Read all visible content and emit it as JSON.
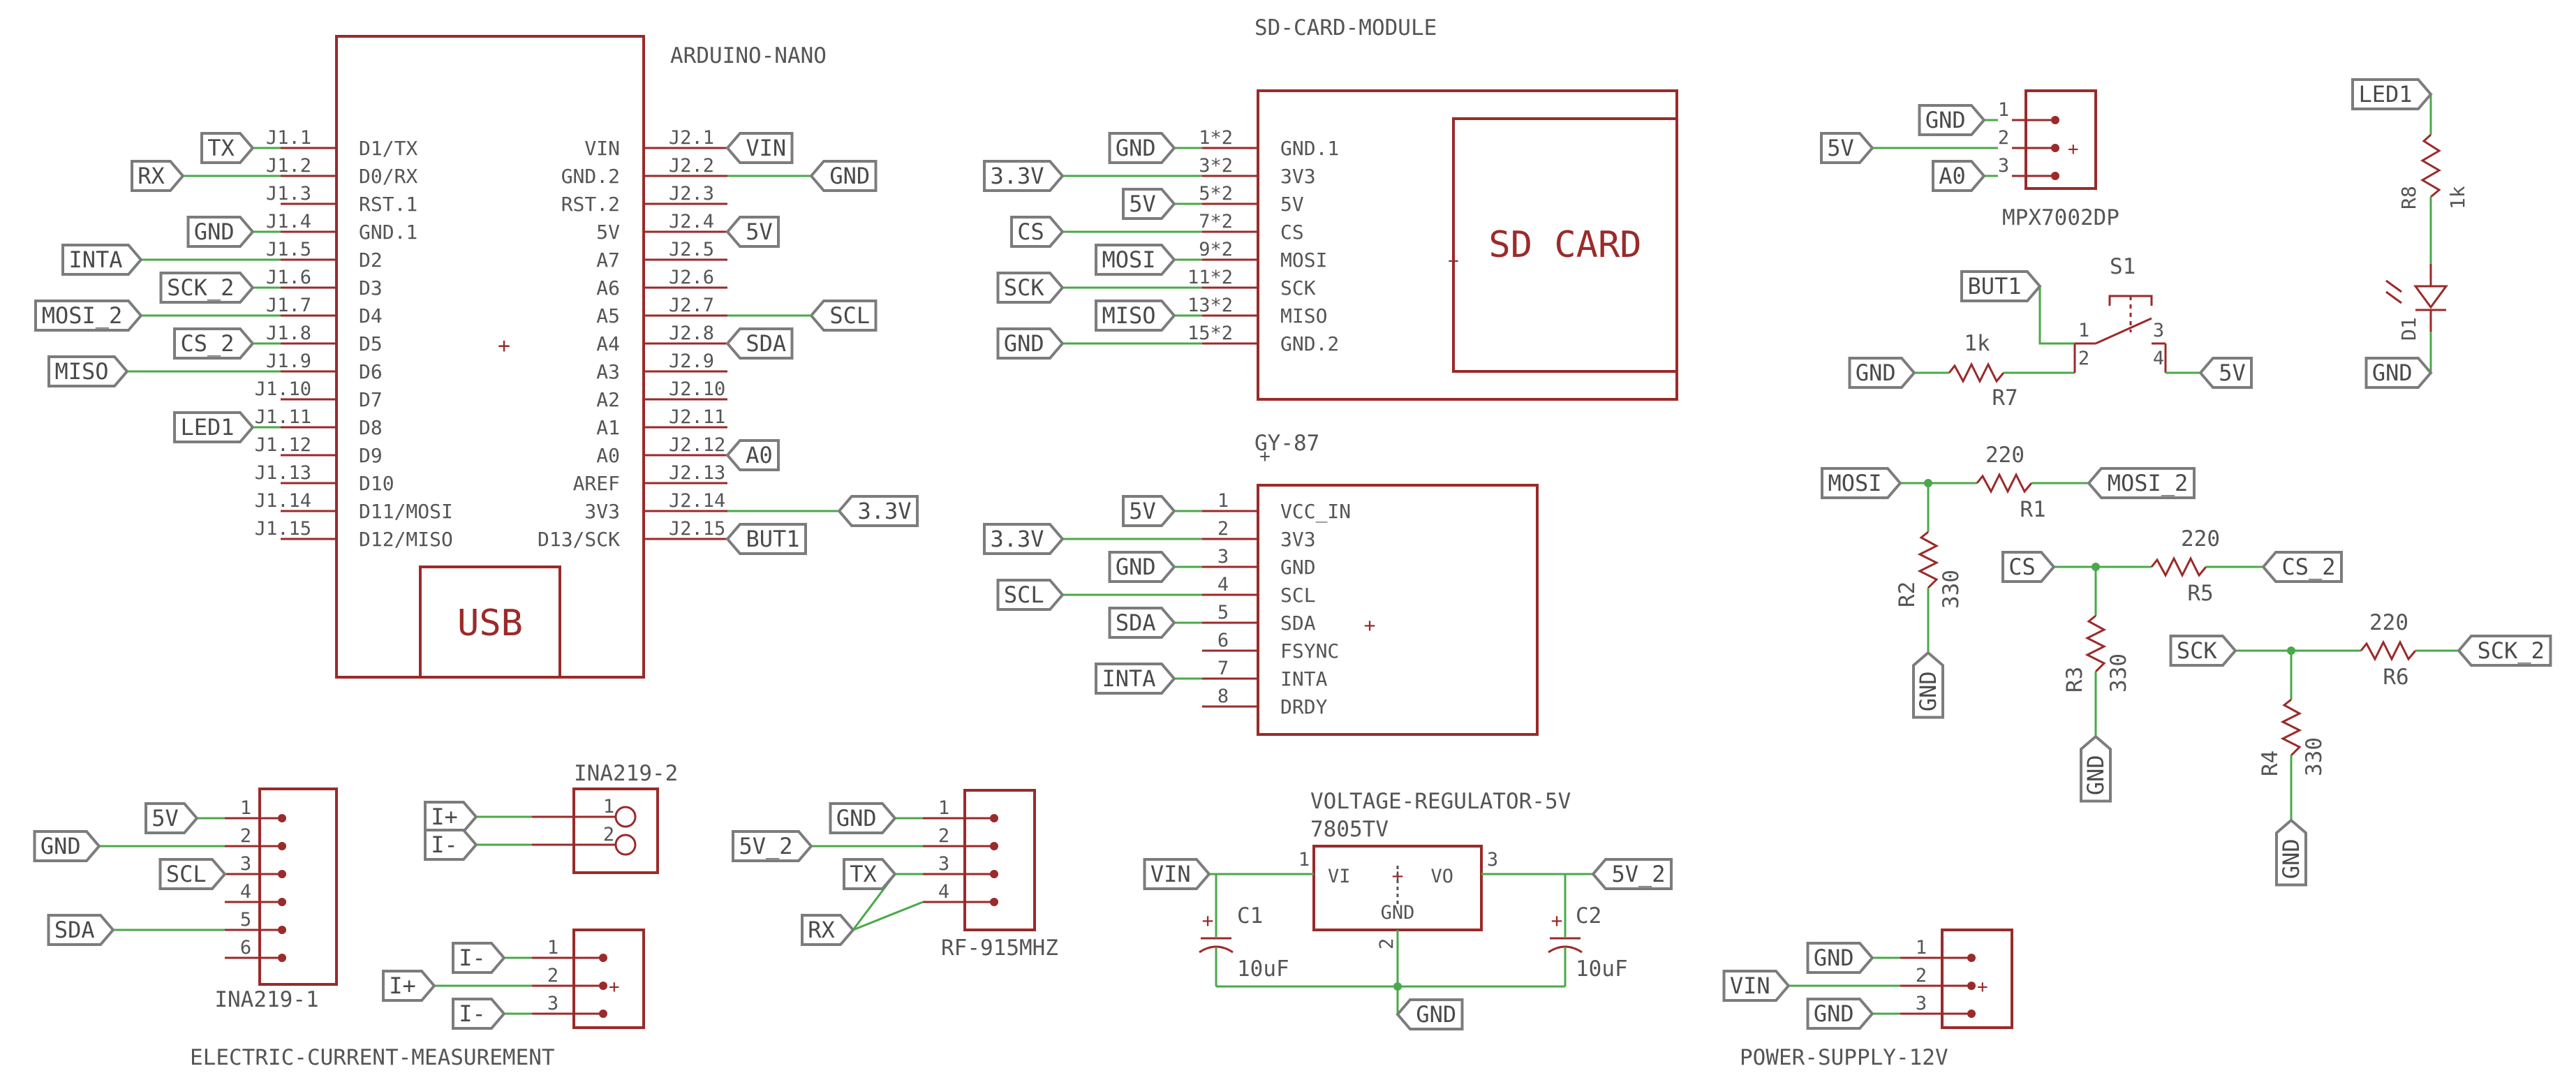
{
  "arduino": {
    "title": "ARDUINO-NANO",
    "usb": "USB",
    "left": [
      {
        "num": "J1.1",
        "name": "D1/TX",
        "net": "TX"
      },
      {
        "num": "J1.2",
        "name": "D0/RX",
        "net": "RX"
      },
      {
        "num": "J1.3",
        "name": "RST.1",
        "net": ""
      },
      {
        "num": "J1.4",
        "name": "GND.1",
        "net": "GND"
      },
      {
        "num": "J1.5",
        "name": "D2",
        "net": "INTA"
      },
      {
        "num": "J1.6",
        "name": "D3",
        "net": "SCK_2"
      },
      {
        "num": "J1.7",
        "name": "D4",
        "net": "MOSI_2"
      },
      {
        "num": "J1.8",
        "name": "D5",
        "net": "CS_2"
      },
      {
        "num": "J1.9",
        "name": "D6",
        "net": "MISO"
      },
      {
        "num": "J1.10",
        "name": "D7",
        "net": ""
      },
      {
        "num": "J1.11",
        "name": "D8",
        "net": "LED1"
      },
      {
        "num": "J1.12",
        "name": "D9",
        "net": ""
      },
      {
        "num": "J1.13",
        "name": "D10",
        "net": ""
      },
      {
        "num": "J1.14",
        "name": "D11/MOSI",
        "net": ""
      },
      {
        "num": "J1.15",
        "name": "D12/MISO",
        "net": ""
      }
    ],
    "right": [
      {
        "num": "J2.1",
        "name": "VIN",
        "net": "VIN"
      },
      {
        "num": "J2.2",
        "name": "GND.2",
        "net": "GND"
      },
      {
        "num": "J2.3",
        "name": "RST.2",
        "net": ""
      },
      {
        "num": "J2.4",
        "name": "5V",
        "net": "5V"
      },
      {
        "num": "J2.5",
        "name": "A7",
        "net": ""
      },
      {
        "num": "J2.6",
        "name": "A6",
        "net": ""
      },
      {
        "num": "J2.7",
        "name": "A5",
        "net": "SCL"
      },
      {
        "num": "J2.8",
        "name": "A4",
        "net": "SDA"
      },
      {
        "num": "J2.9",
        "name": "A3",
        "net": ""
      },
      {
        "num": "J2.10",
        "name": "A2",
        "net": ""
      },
      {
        "num": "J2.11",
        "name": "A1",
        "net": ""
      },
      {
        "num": "J2.12",
        "name": "A0",
        "net": "A0"
      },
      {
        "num": "J2.13",
        "name": "AREF",
        "net": ""
      },
      {
        "num": "J2.14",
        "name": "3V3",
        "net": "3.3V"
      },
      {
        "num": "J2.15",
        "name": "D13/SCK",
        "net": "BUT1"
      }
    ]
  },
  "sdcard": {
    "title": "SD-CARD-MODULE",
    "card_label": "SD CARD",
    "pins": [
      {
        "num": "1*2",
        "name": "GND.1",
        "net": "GND"
      },
      {
        "num": "3*2",
        "name": "3V3",
        "net": "3.3V"
      },
      {
        "num": "5*2",
        "name": "5V",
        "net": "5V"
      },
      {
        "num": "7*2",
        "name": "CS",
        "net": "CS"
      },
      {
        "num": "9*2",
        "name": "MOSI",
        "net": "MOSI"
      },
      {
        "num": "11*2",
        "name": "SCK",
        "net": "SCK"
      },
      {
        "num": "13*2",
        "name": "MISO",
        "net": "MISO"
      },
      {
        "num": "15*2",
        "name": "GND.2",
        "net": "GND"
      }
    ]
  },
  "gy87": {
    "title": "GY-87",
    "pins": [
      {
        "num": "1",
        "name": "VCC_IN",
        "net": "5V"
      },
      {
        "num": "2",
        "name": "3V3",
        "net": "3.3V"
      },
      {
        "num": "3",
        "name": "GND",
        "net": "GND"
      },
      {
        "num": "4",
        "name": "SCL",
        "net": "SCL"
      },
      {
        "num": "5",
        "name": "SDA",
        "net": "SDA"
      },
      {
        "num": "6",
        "name": "FSYNC",
        "net": ""
      },
      {
        "num": "7",
        "name": "INTA",
        "net": "INTA"
      },
      {
        "num": "8",
        "name": "DRDY",
        "net": ""
      }
    ]
  },
  "mpx": {
    "title": "MPX7002DP",
    "pins": [
      {
        "num": "1",
        "net": "GND"
      },
      {
        "num": "2",
        "net": "5V"
      },
      {
        "num": "3",
        "net": "A0"
      }
    ]
  },
  "led": {
    "net_top": "LED1",
    "net_bottom": "GND",
    "resistor_name": "R8",
    "resistor_value": "1k",
    "diode_name": "D1"
  },
  "button": {
    "name": "S1",
    "net_signal": "BUT1",
    "net_gnd": "GND",
    "net_vcc": "5V",
    "resistor_name": "R7",
    "resistor_value": "1k",
    "pins": [
      "1",
      "2",
      "3",
      "4"
    ]
  },
  "dividers": [
    {
      "net_in": "MOSI",
      "net_out": "MOSI_2",
      "r_series": "R1",
      "r_series_value": "220",
      "r_shunt": "R2",
      "r_shunt_value": "330",
      "net_gnd": "GND"
    },
    {
      "net_in": "CS",
      "net_out": "CS_2",
      "r_series": "R5",
      "r_series_value": "220",
      "r_shunt": "R3",
      "r_shunt_value": "330",
      "net_gnd": "GND"
    },
    {
      "net_in": "SCK",
      "net_out": "SCK_2",
      "r_series": "R6",
      "r_series_value": "220",
      "r_shunt": "R4",
      "r_shunt_value": "330",
      "net_gnd": "GND"
    }
  ],
  "ina1": {
    "title": "INA219-1",
    "pins": [
      {
        "num": "1",
        "net": "5V"
      },
      {
        "num": "2",
        "net": "GND"
      },
      {
        "num": "3",
        "net": "SCL"
      },
      {
        "num": "4",
        "net": ""
      },
      {
        "num": "5",
        "net": "SDA"
      },
      {
        "num": "6",
        "net": ""
      }
    ]
  },
  "ina2": {
    "title": "INA219-2",
    "pins": [
      {
        "num": "1",
        "net": "I+"
      },
      {
        "num": "2",
        "net": "I-"
      }
    ]
  },
  "ecm": {
    "title": "ELECTRIC-CURRENT-MEASUREMENT",
    "pins": [
      {
        "num": "1",
        "net": "I-"
      },
      {
        "num": "2",
        "net": "I+"
      },
      {
        "num": "3",
        "net": "I-"
      }
    ]
  },
  "rf": {
    "title": "RF-915MHZ",
    "pins": [
      {
        "num": "1",
        "net": "GND"
      },
      {
        "num": "2",
        "net": "5V_2"
      },
      {
        "num": "3",
        "net": "TX"
      },
      {
        "num": "4",
        "net": "RX"
      }
    ]
  },
  "regulator": {
    "title": "VOLTAGE-REGULATOR-5V",
    "part": "7805TV",
    "pin_vi": "VI",
    "pin_vo": "VO",
    "pin_gnd": "GND",
    "pin1": "1",
    "pin2": "2",
    "pin3": "3",
    "net_in": "VIN",
    "net_out": "5V_2",
    "net_gnd": "GND",
    "c1": "C1",
    "c1_value": "10uF",
    "c2": "C2",
    "c2_value": "10uF"
  },
  "power": {
    "title": "POWER-SUPPLY-12V",
    "pins": [
      {
        "num": "1",
        "net": "GND"
      },
      {
        "num": "2",
        "net": "VIN"
      },
      {
        "num": "3",
        "net": "GND"
      }
    ]
  }
}
